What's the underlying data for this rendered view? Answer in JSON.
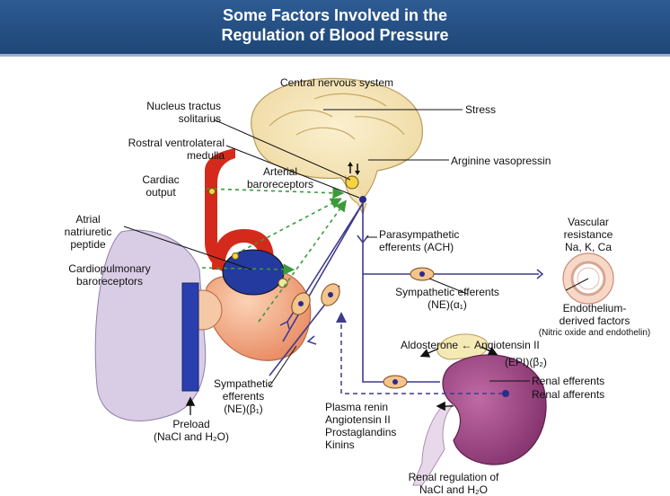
{
  "title": {
    "line1": "Some Factors Involved in the",
    "line2": "Regulation of Blood Pressure"
  },
  "labels": {
    "cns": "Central nervous system",
    "nts_1": "Nucleus tractus",
    "nts_2": "solitarius",
    "stress": "Stress",
    "rvlm_1": "Rostral ventrolateral",
    "rvlm_2": "medulla",
    "avp": "Arginine vasopressin",
    "cardiac_output_1": "Cardiac",
    "cardiac_output_2": "output",
    "arterial_baro_1": "Arterial",
    "arterial_baro_2": "baroreceptors",
    "anp_1": "Atrial",
    "anp_2": "natriuretic",
    "anp_3": "peptide",
    "parasymp_1": "Parasympathetic",
    "parasymp_2": "efferents (ACH)",
    "vasc_1": "Vascular",
    "vasc_2": "resistance",
    "vasc_3": "Na, K, Ca",
    "cp_baro_1": "Cardiopulmonary",
    "cp_baro_2": "baroreceptors",
    "symp_alpha_1": "Sympathetic efferents",
    "symp_alpha_2": "(NE)(α₁)",
    "endo_1": "Endothelium-",
    "endo_2": "derived factors",
    "endo_3": "(Nitric oxide and endothelin)",
    "aldo": "Aldosterone ← Angiotensin II",
    "epi": "(EPI)(β₂)",
    "symp_beta_1": "Sympathetic",
    "symp_beta_2": "efferents",
    "symp_beta_3": "(NE)(β₁)",
    "renal_eff": "Renal efferents",
    "renal_aff": "Renal afferents",
    "plasma_1": "Plasma renin",
    "plasma_2": "Angiotensin II",
    "plasma_3": "Prostaglandins",
    "plasma_4": "Kinins",
    "preload_1": "Preload",
    "preload_2": "(NaCl and H₂O)",
    "renal_reg_1": "Renal regulation of",
    "renal_reg_2": "NaCl and H₂O"
  },
  "colors": {
    "title_bg": "#24507f",
    "brain": "#f4e4b4",
    "lung": "#d9cde6",
    "heart": "#f3b08c",
    "aorta": "#d42a1c",
    "vena_cava": "#2a3fae",
    "kidney": "#9c3f80",
    "nerve": "#3e3a8c",
    "dashed_green": "#3a9a3a"
  }
}
